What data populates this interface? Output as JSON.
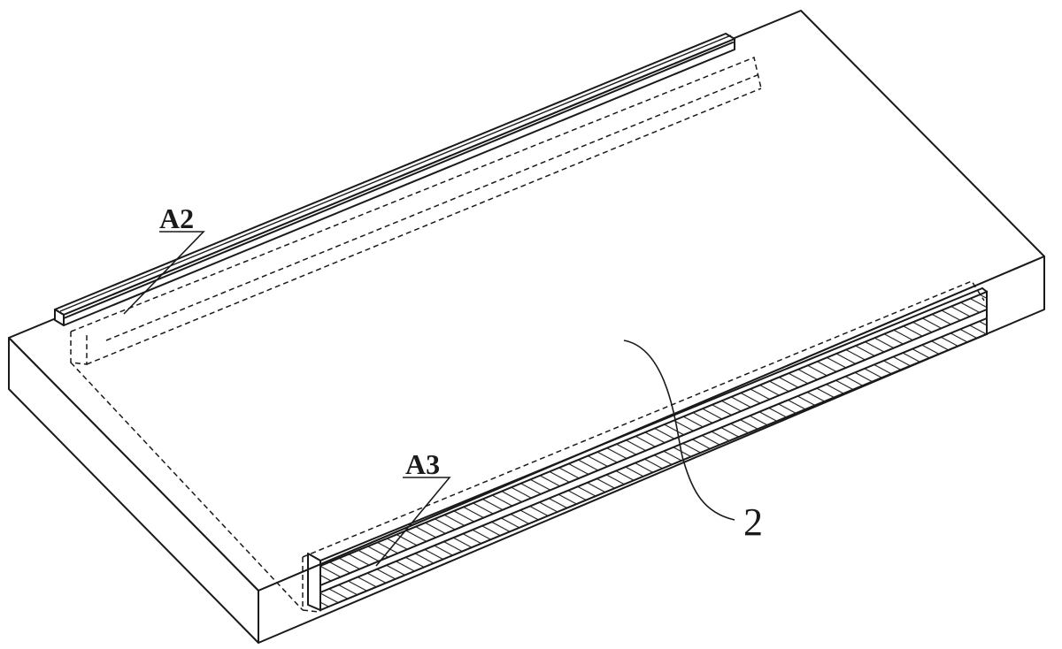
{
  "labels": {
    "a2": "A2",
    "a3": "A3",
    "part_2": "2"
  },
  "colors": {
    "line": "#1a1a1a",
    "background": "#ffffff"
  }
}
